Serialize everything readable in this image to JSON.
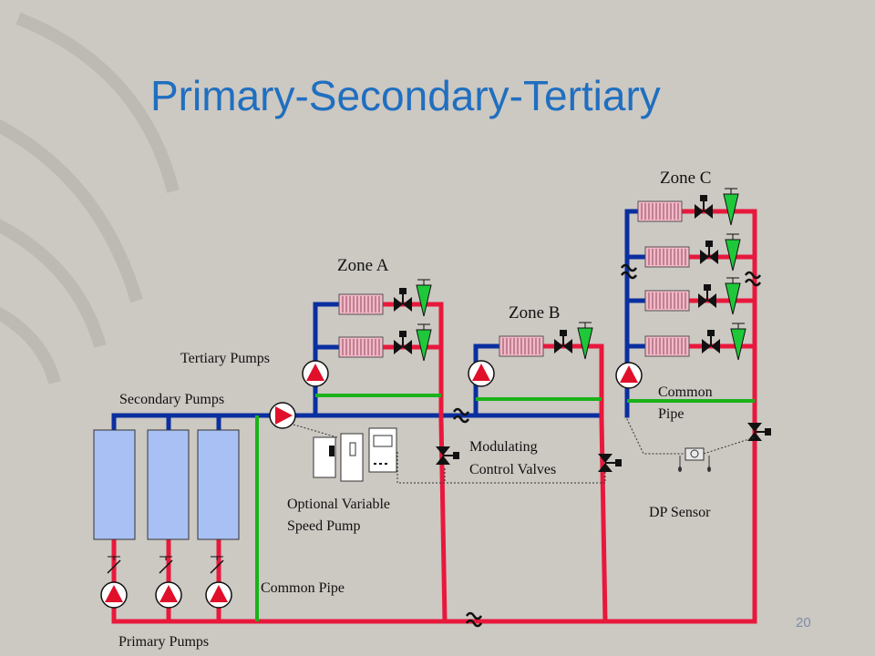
{
  "title": "Primary-Secondary-Tertiary",
  "page_number": "20",
  "labels": {
    "zone_a": "Zone A",
    "zone_b": "Zone B",
    "zone_c": "Zone C",
    "tertiary_pumps": "Tertiary Pumps",
    "secondary_pumps": "Secondary Pumps",
    "primary_pumps": "Primary Pumps",
    "common_pipe_bottom": "Common Pipe",
    "common_pipe_right_1": "Common",
    "common_pipe_right_2": "Pipe",
    "modulating_1": "Modulating",
    "modulating_2": "Control Valves",
    "optional_1": "Optional Variable",
    "optional_2": "Speed Pump",
    "dp_sensor": "DP Sensor"
  },
  "colors": {
    "supply": "#0a2fa0",
    "return": "#e8183c",
    "common": "#1ab21a",
    "pump": "#e0102a",
    "boiler": "#a9c0f5",
    "valve_green": "#1fc83a",
    "title": "#1f6fc0",
    "background": "#ccc8c2"
  }
}
